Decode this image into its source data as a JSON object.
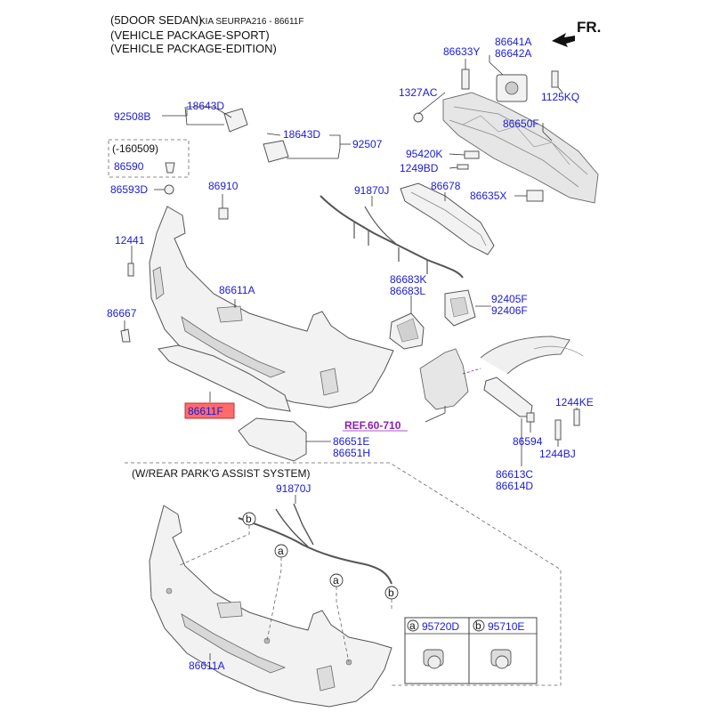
{
  "header": {
    "line1": "(5DOOR SEDAN)",
    "line1_extra": "KIA SEURPA216 - 86611F",
    "line2": "(VEHICLE PACKAGE-SPORT)",
    "line3": "(VEHICLE PACKAGE-EDITION)",
    "direction": "FR."
  },
  "parts": {
    "p86633Y": "86633Y",
    "p86641A": "86641A",
    "p86642A": "86642A",
    "p1327AC": "1327AC",
    "p1125KQ": "1125KQ",
    "p86650F": "86650F",
    "p92508B": "92508B",
    "p18643D_1": "18643D",
    "p18643D_2": "18643D",
    "p92507": "92507",
    "p160509": "(-160509)",
    "p86590": "86590",
    "p95420K": "95420K",
    "p1249BD": "1249BD",
    "p86593D": "86593D",
    "p86910": "86910",
    "p91870J_1": "91870J",
    "p86678": "86678",
    "p86635X": "86635X",
    "p12441": "12441",
    "p86683K": "86683K",
    "p86683L": "86683L",
    "p92405F": "92405F",
    "p92406F": "92406F",
    "p86611A_1": "86611A",
    "p86667": "86667",
    "p86611F": "86611F",
    "ref": "REF.60-710",
    "p1244KE": "1244KE",
    "p86594": "86594",
    "p1244BJ": "1244BJ",
    "p86651E": "86651E",
    "p86651H": "86651H",
    "p86613C": "86613C",
    "p86614D": "86614D",
    "p91870J_2": "91870J",
    "p86611A_2": "86611A",
    "p95720D": "95720D",
    "p95710E": "95710E"
  },
  "inset": {
    "title": "(W/REAR PARK'G ASSIST SYSTEM)",
    "callout_a": "a",
    "callout_b": "b"
  },
  "colors": {
    "part_number": "#1a1ad6",
    "reference": "#8a1fb0",
    "highlight": "#ff5a5a"
  }
}
